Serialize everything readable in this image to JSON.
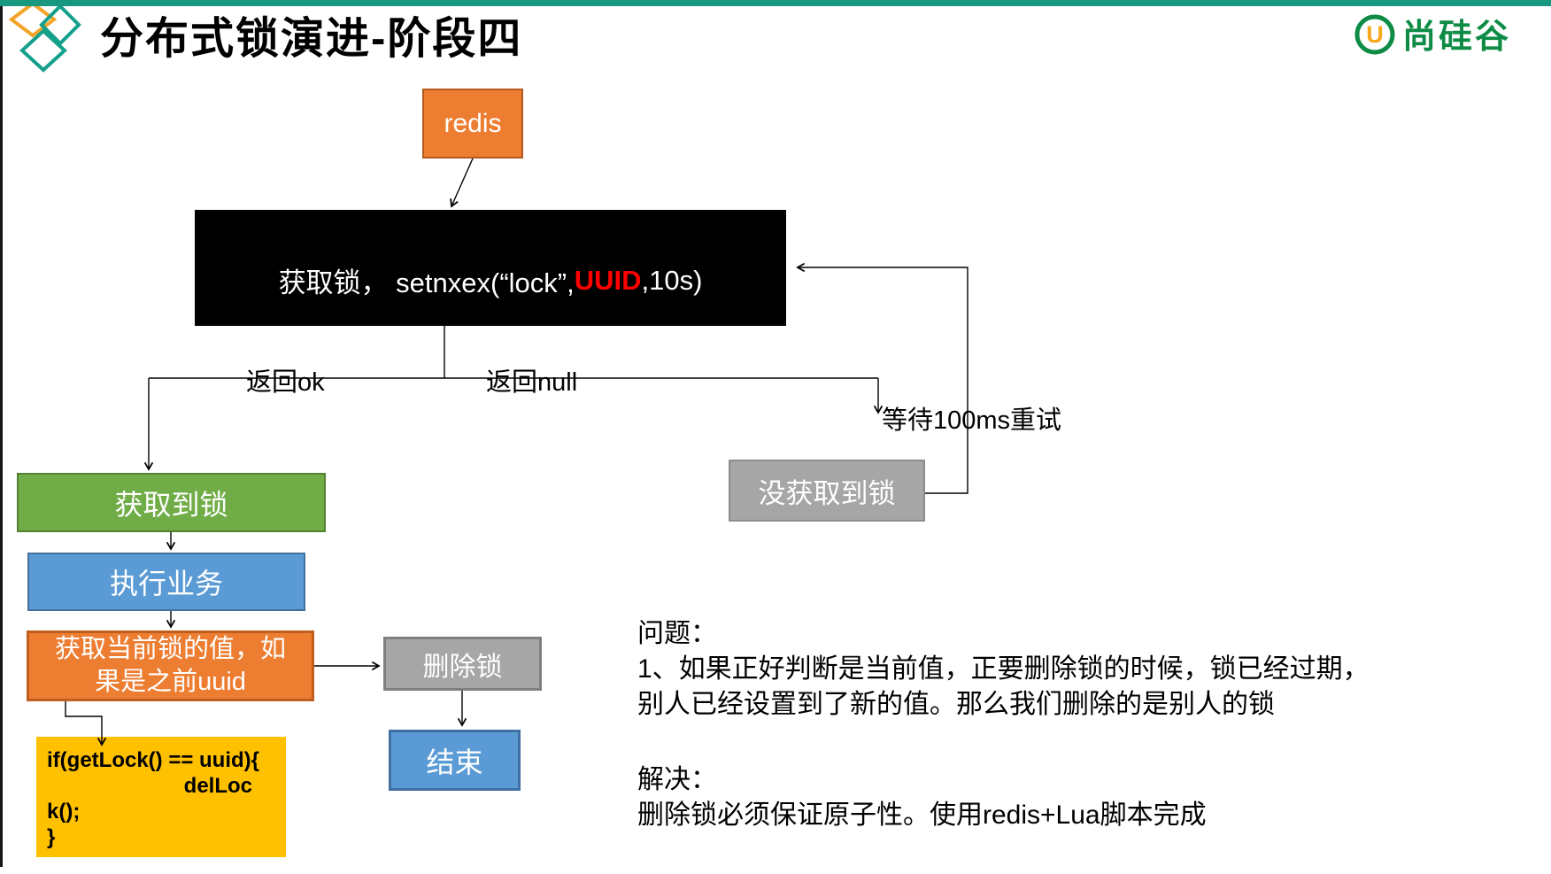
{
  "header": {
    "title": "分布式锁演进-阶段四",
    "brand_text": "尚硅谷",
    "brand_letter": "U"
  },
  "flowchart": {
    "redis": "redis",
    "acquire": {
      "prefix": "获取锁， setnxex(“lock”,",
      "uuid": "UUID",
      "suffix": ",10s)"
    },
    "label_return_ok": "返回ok",
    "label_return_null": "返回null",
    "label_wait_retry": "等待100ms重试",
    "got_lock": "获取到锁",
    "no_lock": "没获取到锁",
    "run_business": "执行业务",
    "check_value": {
      "line1": "获取当前锁的值，如",
      "line2": "果是之前uuid"
    },
    "code": {
      "line1": "if(getLock() == uuid){",
      "line2": "delLoc",
      "line3": "k();",
      "line4": "}"
    },
    "delete_lock": "删除锁",
    "end": "结束"
  },
  "notes": {
    "problem_title": "问题：",
    "problem_line1": "1、如果正好判断是当前值，正要删除锁的时候，锁已经过期，",
    "problem_line2": "别人已经设置到了新的值。那么我们删除的是别人的锁",
    "solution_title": "解决：",
    "solution_line1": "删除锁必须保证原子性。使用redis+Lua脚本完成"
  },
  "colors": {
    "teal_rule": "#18997F",
    "diamond_orange": "#F4A428",
    "diamond_teal": "#14A08C",
    "brand_green": "#0E8C46",
    "brand_orange": "#F7A81B",
    "node_orange": "#ED7D31",
    "node_green": "#70AD47",
    "node_blue": "#5B9BD5",
    "node_gray": "#A6A6A6",
    "node_yellow": "#FFC000",
    "node_black": "#000000",
    "uuid_red": "#FF0000"
  }
}
